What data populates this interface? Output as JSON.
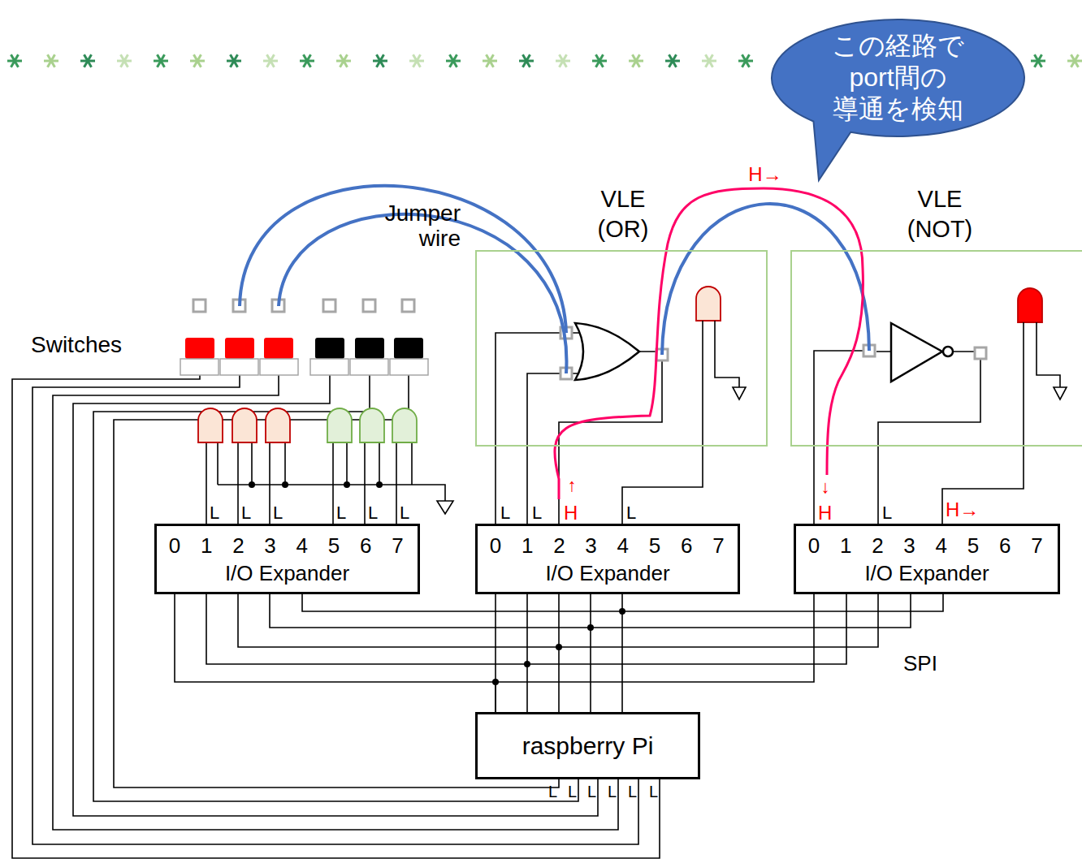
{
  "diagram": {
    "nodes": [
      {
        "text": [
          "この経路で port間の 導通を検知"
        ]
      },
      {
        "text": [
          "VLE (OR)"
        ]
      },
      {
        "text": [
          "VLE (NOT)"
        ]
      },
      {
        "text": [
          "0",
          "1",
          "2",
          "3",
          "4",
          "5",
          "6",
          "7",
          "I/O Expander"
        ]
      },
      {
        "text": [
          "0",
          "1",
          "2",
          "3",
          "4",
          "5",
          "6",
          "7",
          "I/O Expander"
        ]
      },
      {
        "text": [
          "0",
          "1",
          "2",
          "3",
          "4",
          "5",
          "6",
          "7",
          "I/O Expander"
        ]
      },
      {
        "text": [
          "raspberry Pi"
        ]
      }
    ],
    "edges": [
      {
        "from": 6,
        "to": 3,
        "arrow": "none"
      },
      {
        "from": 6,
        "to": 4,
        "arrow": "none"
      },
      {
        "from": 6,
        "to": 5,
        "arrow": "none"
      },
      {
        "from": 4,
        "to": 1,
        "arrow": "none"
      },
      {
        "from": 5,
        "to": 2,
        "arrow": "none"
      }
    ],
    "labels": [
      "Jumper wire",
      "Switches",
      "H→",
      "L",
      "L",
      "L",
      "L",
      "L",
      "L",
      "L",
      "L",
      "↑",
      "H",
      "L",
      "↓",
      "H",
      "L",
      "H→",
      "SPI",
      "L",
      "L",
      "L",
      "L",
      "L",
      "L"
    ]
  }
}
